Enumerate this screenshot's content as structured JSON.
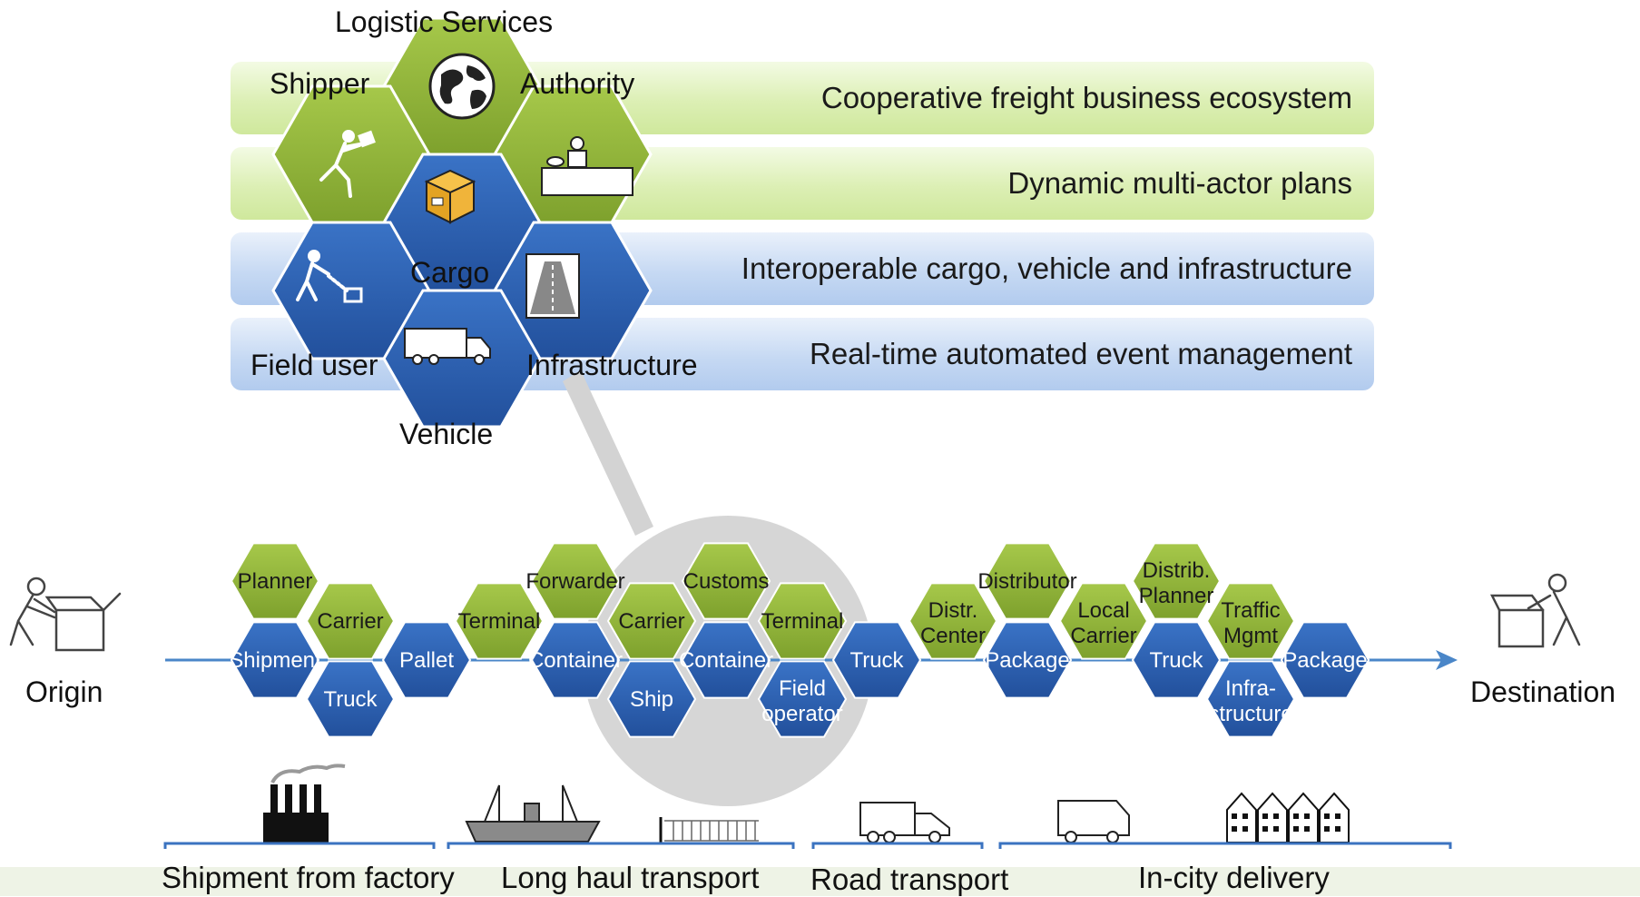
{
  "top_diagram": {
    "title": "Logistic Services",
    "layers": [
      {
        "text": "Cooperative freight business ecosystem",
        "tone": "green"
      },
      {
        "text": "Dynamic multi-actor plans",
        "tone": "green"
      },
      {
        "text": "Interoperable cargo, vehicle and infrastructure",
        "tone": "blue"
      },
      {
        "text": "Real-time automated event management",
        "tone": "blue"
      }
    ],
    "actors": {
      "shipper": "Shipper",
      "authority": "Authority",
      "cargo": "Cargo",
      "field_user": "Field user",
      "infrastructure": "Infrastructure",
      "vehicle": "Vehicle"
    }
  },
  "chain": {
    "origin": "Origin",
    "destination": "Destination",
    "green_hexes": [
      "Planner",
      "Carrier",
      "Terminal",
      "Forwarder",
      "Carrier",
      "Customs",
      "Terminal",
      "Distr. Center",
      "Distributor",
      "Local Carrier",
      "Distrib. Planner",
      "Traffic Mgmt"
    ],
    "blue_hexes": [
      "Shipment",
      "Truck",
      "Pallet",
      "Container",
      "Ship",
      "Container",
      "Field operator",
      "Truck",
      "Package",
      "Truck",
      "Infra- structure",
      "Package"
    ]
  },
  "stages": [
    {
      "label": "Shipment from factory",
      "icon": "factory-icon"
    },
    {
      "label": "Long haul transport",
      "icon": "ship-icon"
    },
    {
      "label": "Road transport",
      "icon": "truck-icon"
    },
    {
      "label": "In-city delivery",
      "icon": "buildings-icon"
    }
  ],
  "colors": {
    "green_hex": "#8fb33a",
    "blue_hex": "#2e63b6",
    "arrow": "#4a86c8",
    "bracket": "#3b73c0",
    "zoom_circle": "#d6d6d6"
  }
}
